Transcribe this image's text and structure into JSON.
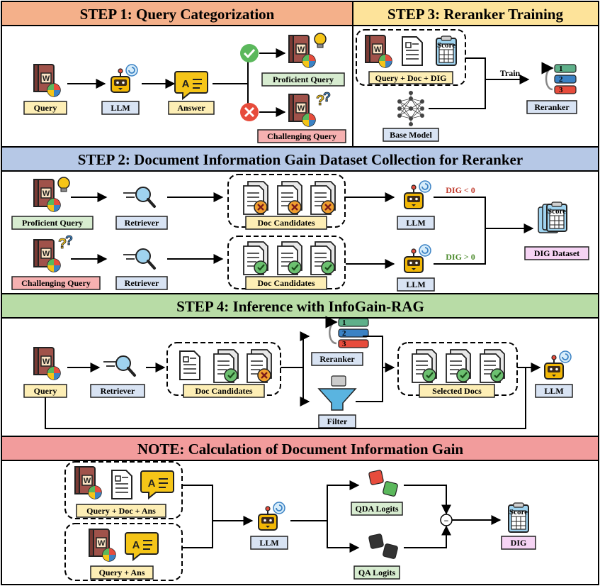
{
  "headers": {
    "step1": "STEP 1: Query Categorization",
    "step3": "STEP 3: Reranker Training",
    "step2": "STEP 2: Document Information Gain Dataset Collection for Reranker",
    "step4": "STEP 4: Inference with InfoGain-RAG",
    "note": "NOTE: Calculation of Document Information Gain"
  },
  "step1": {
    "query": "Query",
    "llm": "LLM",
    "answer": "Answer",
    "proficient": "Proficient Query",
    "challenging": "Challenging Query"
  },
  "step3": {
    "qdd": "Query + Doc + DIG",
    "base": "Base Model",
    "train": "Train",
    "reranker": "Reranker",
    "score": "Score",
    "rank": [
      "1",
      "2",
      "3"
    ]
  },
  "step2": {
    "proficient": "Proficient Query",
    "challenging": "Challenging Query",
    "retriever": "Retriever",
    "doc_candidates": "Doc Candidates",
    "llm": "LLM",
    "dig_neg": "DIG < 0",
    "dig_pos": "DIG > 0",
    "dataset": "DIG Dataset",
    "score": "Score"
  },
  "step4": {
    "query": "Query",
    "retriever": "Retriever",
    "doc_candidates": "Doc Candidates",
    "reranker": "Reranker",
    "filter": "Filter",
    "selected": "Selected Docs",
    "llm": "LLM",
    "rank": [
      "1",
      "2",
      "3"
    ]
  },
  "note": {
    "qda": "Query + Doc + Ans",
    "qa": "Query + Ans",
    "llm": "LLM",
    "qda_logits": "QDA Logits",
    "qa_logits": "QA Logits",
    "dig": "DIG",
    "score": "Score",
    "minus": "−"
  },
  "book_letter": "W",
  "colors": {
    "step1_header": "#f4b08a",
    "step3_header": "#fde39a",
    "step2_header": "#b6c8e6",
    "step4_header": "#b8dca6",
    "note_header": "#f29c9c",
    "label_yellow": "#fdeeb5",
    "label_blue": "#d8e3f3",
    "label_green": "#d7ecd0",
    "label_red": "#f6b1b1",
    "label_pink": "#f6d4f4",
    "dig_neg": "#c0392b",
    "dig_pos": "#4a8a2a"
  }
}
